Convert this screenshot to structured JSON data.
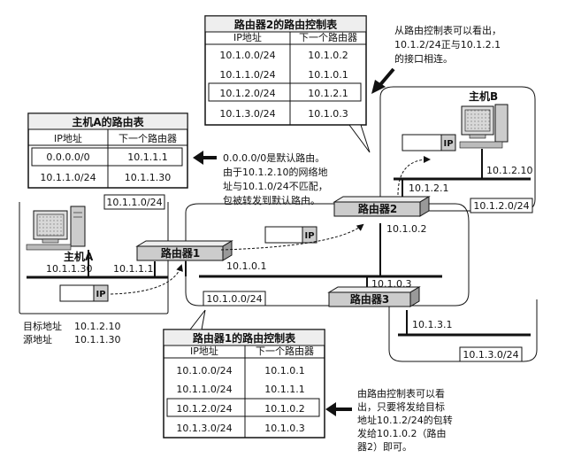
{
  "hostA_table": {
    "title": "主机A的路由表",
    "head_ip": "IP地址",
    "head_next": "下一个路由器",
    "rows": [
      [
        "0.0.0.0/0",
        "10.1.1.1"
      ],
      [
        "10.1.1.0/24",
        "10.1.1.30"
      ]
    ]
  },
  "r2_table": {
    "title": "路由器2的路由控制表",
    "head_ip": "IP地址",
    "head_next": "下一个路由器",
    "rows": [
      [
        "10.1.0.0/24",
        "10.1.0.2"
      ],
      [
        "10.1.1.0/24",
        "10.1.0.1"
      ],
      [
        "10.1.2.0/24",
        "10.1.2.1"
      ],
      [
        "10.1.3.0/24",
        "10.1.0.3"
      ]
    ]
  },
  "r1_table": {
    "title": "路由器1的路由控制表",
    "head_ip": "IP地址",
    "head_next": "下一个路由器",
    "rows": [
      [
        "10.1.0.0/24",
        "10.1.0.1"
      ],
      [
        "10.1.1.0/24",
        "10.1.1.1"
      ],
      [
        "10.1.2.0/24",
        "10.1.0.2"
      ],
      [
        "10.1.3.0/24",
        "10.1.0.3"
      ]
    ]
  },
  "notes": {
    "top_right": [
      "从路由控制表可以看出，",
      "10.1.2/24正与10.1.2.1",
      "的接口相连。"
    ],
    "middle": [
      "0.0.0.0/0是默认路由。",
      "由于10.1.2.10的网络地",
      "址与10.1.0/24不匹配，",
      "包被转发到默认路由。"
    ],
    "bottom_right": [
      "由路由控制表可以看",
      "出，只要将发给目标",
      "地址10.1.2/24的包转",
      "发给10.1.0.2（路由",
      "器2）即可。"
    ]
  },
  "devices": {
    "router1": "路由器1",
    "router2": "路由器2",
    "router3": "路由器3",
    "hostA": "主机A",
    "hostB": "主机B"
  },
  "packet_label": "IP",
  "packet_info": {
    "dst_label": "目标地址",
    "dst_value": "10.1.2.10",
    "src_label": "源地址",
    "src_value": "10.1.1.30"
  },
  "networks": {
    "net_1_1": "10.1.1.0/24",
    "net_1_0": "10.1.0.0/24",
    "net_1_2": "10.1.2.0/24",
    "net_1_3": "10.1.3.0/24"
  },
  "addresses": {
    "hostA_ip": "10.1.1.30",
    "r1_lan": "10.1.1.1",
    "r1_core": "10.1.0.1",
    "r2_core": "10.1.0.2",
    "r2_lan": "10.1.2.1",
    "hostB_ip": "10.1.2.10",
    "r3_core": "10.1.0.3",
    "r3_lan": "10.1.3.1"
  }
}
